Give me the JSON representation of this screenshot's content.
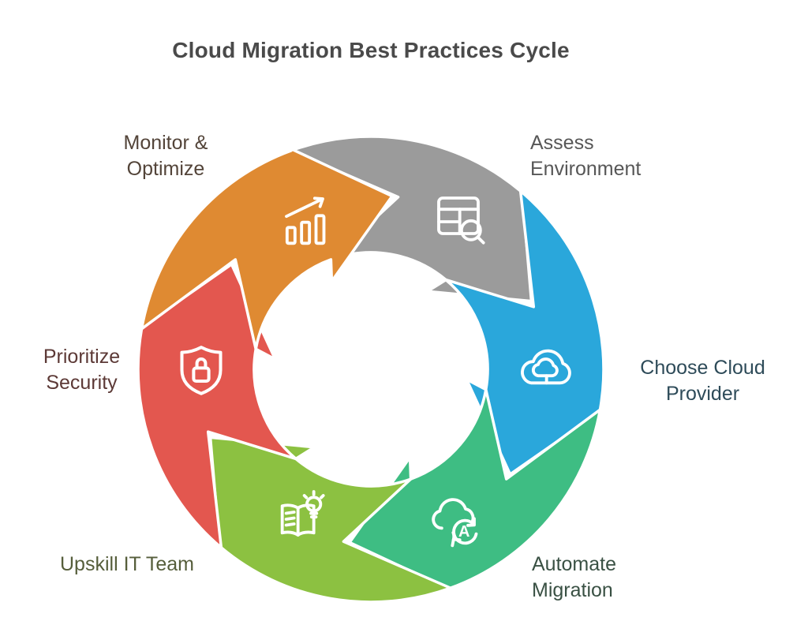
{
  "title": "Cloud Migration Best Practices Cycle",
  "colors": {
    "background": "#FFFFFF",
    "gap_stroke": "#FFFFFF",
    "title_text": "#4A4A4A"
  },
  "cycle": {
    "direction": "clockwise",
    "segments": [
      {
        "id": "assess",
        "label": "Assess\nEnvironment",
        "color": "#9B9B9B",
        "label_color": "#575757",
        "icon": "table-search-icon"
      },
      {
        "id": "choose",
        "label": "Choose Cloud\nProvider",
        "color": "#2AA7DB",
        "label_color": "#2E4B59",
        "icon": "cloud-provider-icon"
      },
      {
        "id": "automate",
        "label": "Automate\nMigration",
        "color": "#3EBD83",
        "label_color": "#3A5144",
        "icon": "cloud-sync-icon"
      },
      {
        "id": "upskill",
        "label": "Upskill IT Team",
        "color": "#8CC141",
        "label_color": "#565E3B",
        "icon": "book-lightbulb-icon"
      },
      {
        "id": "security",
        "label": "Prioritize\nSecurity",
        "color": "#E3574F",
        "label_color": "#5C3936",
        "icon": "shield-lock-icon"
      },
      {
        "id": "monitor",
        "label": "Monitor &\nOptimize",
        "color": "#DF8A32",
        "label_color": "#534439",
        "icon": "bar-chart-growth-icon"
      }
    ]
  }
}
